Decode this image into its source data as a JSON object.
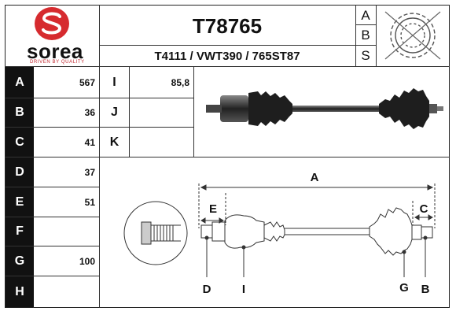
{
  "brand": {
    "name": "sorea",
    "tagline": "DRIVEN BY QUALITY",
    "accent": "#d62b2f"
  },
  "header": {
    "part_number": "T78765",
    "cross_refs": "T4111 / VWT390 / 765ST87",
    "abs_letters": [
      "A",
      "B",
      "S"
    ]
  },
  "specs": [
    {
      "label": "A",
      "value": "567"
    },
    {
      "label": "B",
      "value": "36"
    },
    {
      "label": "C",
      "value": "41"
    },
    {
      "label": "D",
      "value": "37"
    },
    {
      "label": "E",
      "value": "51"
    },
    {
      "label": "F",
      "value": ""
    },
    {
      "label": "G",
      "value": "100"
    },
    {
      "label": "H",
      "value": ""
    }
  ],
  "specs2": [
    {
      "label": "I",
      "value": "85,8"
    },
    {
      "label": "J",
      "value": ""
    },
    {
      "label": "K",
      "value": ""
    }
  ],
  "diagram": {
    "labels": {
      "A": "A",
      "E": "E",
      "C": "C",
      "D": "D",
      "I": "I",
      "G": "G",
      "B": "B"
    }
  }
}
